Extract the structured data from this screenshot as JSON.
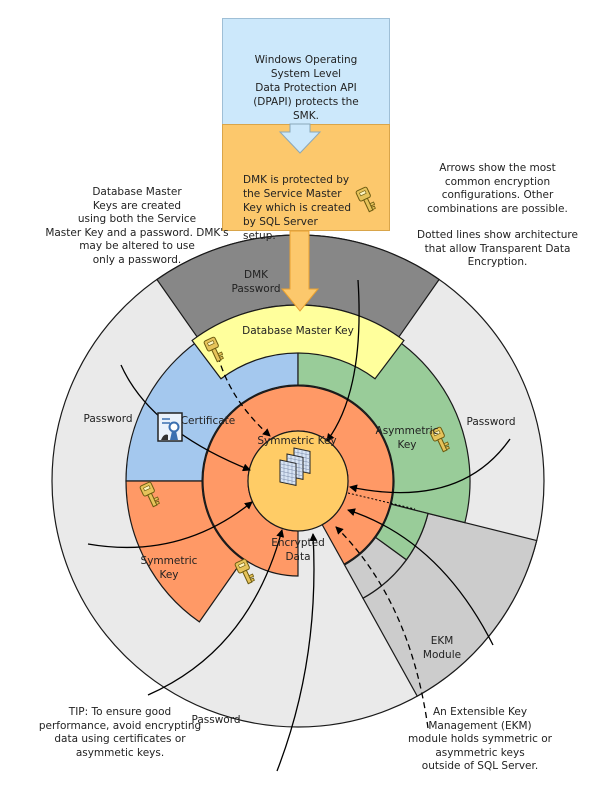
{
  "colors": {
    "outer_ring": "#eaeaea",
    "dmk_password": "#878787",
    "database_master_key": "#ffff9c",
    "certificate": "#a4c8ee",
    "asymmetric_key": "#99cc99",
    "symmetric_key": "#ff9966",
    "ekm_module": "#cccccc",
    "encrypted_data": "#ffcc66",
    "dpapi_box": "#cce8fb",
    "smk_box": "#fcc86c",
    "arrow_fill": "#fcc86c",
    "arrow_stroke": "#e8a030"
  },
  "top_boxes": {
    "dpapi": "Windows Operating\nSystem Level\nData Protection API\n(DPAPI) protects the\nSMK.",
    "smk": "DMK is protected by\nthe Service Master\nKey which is created\nby SQL Server\nsetup."
  },
  "notes": {
    "dmk_note": "Database Master\nKeys are created\nusing both the Service\nMaster Key and a password. DMK's\nmay be altered to use\nonly a password.",
    "arrows_note": "Arrows show the most\ncommon encryption\nconfigurations. Other\ncombinations are possible.",
    "dotted_note": "Dotted lines show architecture\nthat allow Transparent Data\nEncryption.",
    "tip_note": "TIP: To ensure good\nperformance, avoid encrypting\ndata using certificates or\nasymmetic keys.",
    "ekm_note": "An Extensible Key\nManagement (EKM)\nmodule holds symmetric or\nasymmetric keys\noutside of SQL Server."
  },
  "rings": {
    "dmk_password": [
      "DMK",
      "Password"
    ],
    "database_master_key": "Database Master Key",
    "certificate": "Certificate",
    "asymmetric_key": [
      "Asymmetric",
      "Key"
    ],
    "symmetric_key_inner": "Symmetric Key",
    "symmetric_key_outer": [
      "Symmetric",
      "Key"
    ],
    "ekm_module": [
      "EKM",
      "Module"
    ],
    "encrypted_data": [
      "Encrypted",
      "Data"
    ],
    "password_left": "Password",
    "password_right": "Password",
    "password_bottom": "Password"
  },
  "icons": [
    "key-icon",
    "certificate-icon",
    "encrypted-data-icon"
  ]
}
